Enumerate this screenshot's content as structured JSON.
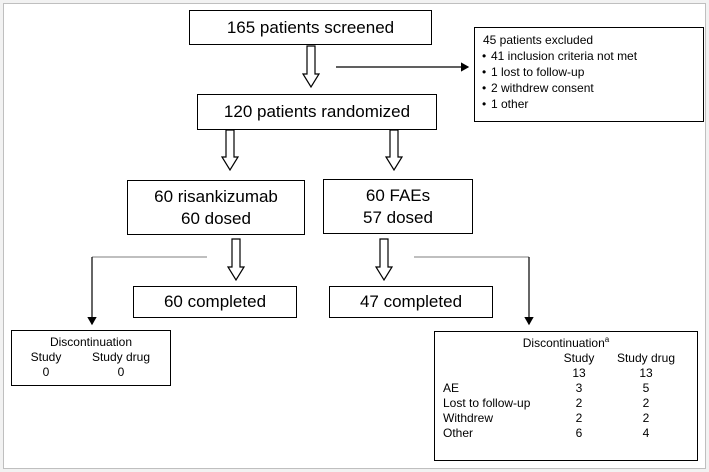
{
  "boxes": {
    "screened": "165 patients screened",
    "randomized": "120 patients randomized",
    "arm1_name": "60 risankizumab",
    "arm1_dosed": "60 dosed",
    "arm2_name": "60 FAEs",
    "arm2_dosed": "57 dosed",
    "arm1_completed": "60 completed",
    "arm2_completed": "47 completed"
  },
  "excluded": {
    "title": "45 patients excluded",
    "items": [
      "41 inclusion criteria not met",
      "1 lost to follow-up",
      "2 withdrew consent",
      "1 other"
    ]
  },
  "disc_left": {
    "title": "Discontinuation",
    "col1": "Study",
    "col2": "Study drug",
    "val1": "0",
    "val2": "0"
  },
  "disc_right": {
    "title": "Discontinuation",
    "sup": "a",
    "col1": "Study",
    "col2": "Study drug",
    "total1": "13",
    "total2": "13",
    "rows": [
      {
        "label": "AE",
        "study": "3",
        "drug": "5"
      },
      {
        "label": "Lost to follow-up",
        "study": "2",
        "drug": "2"
      },
      {
        "label": "Withdrew",
        "study": "2",
        "drug": "2"
      },
      {
        "label": "Other",
        "study": "6",
        "drug": "4"
      }
    ]
  }
}
